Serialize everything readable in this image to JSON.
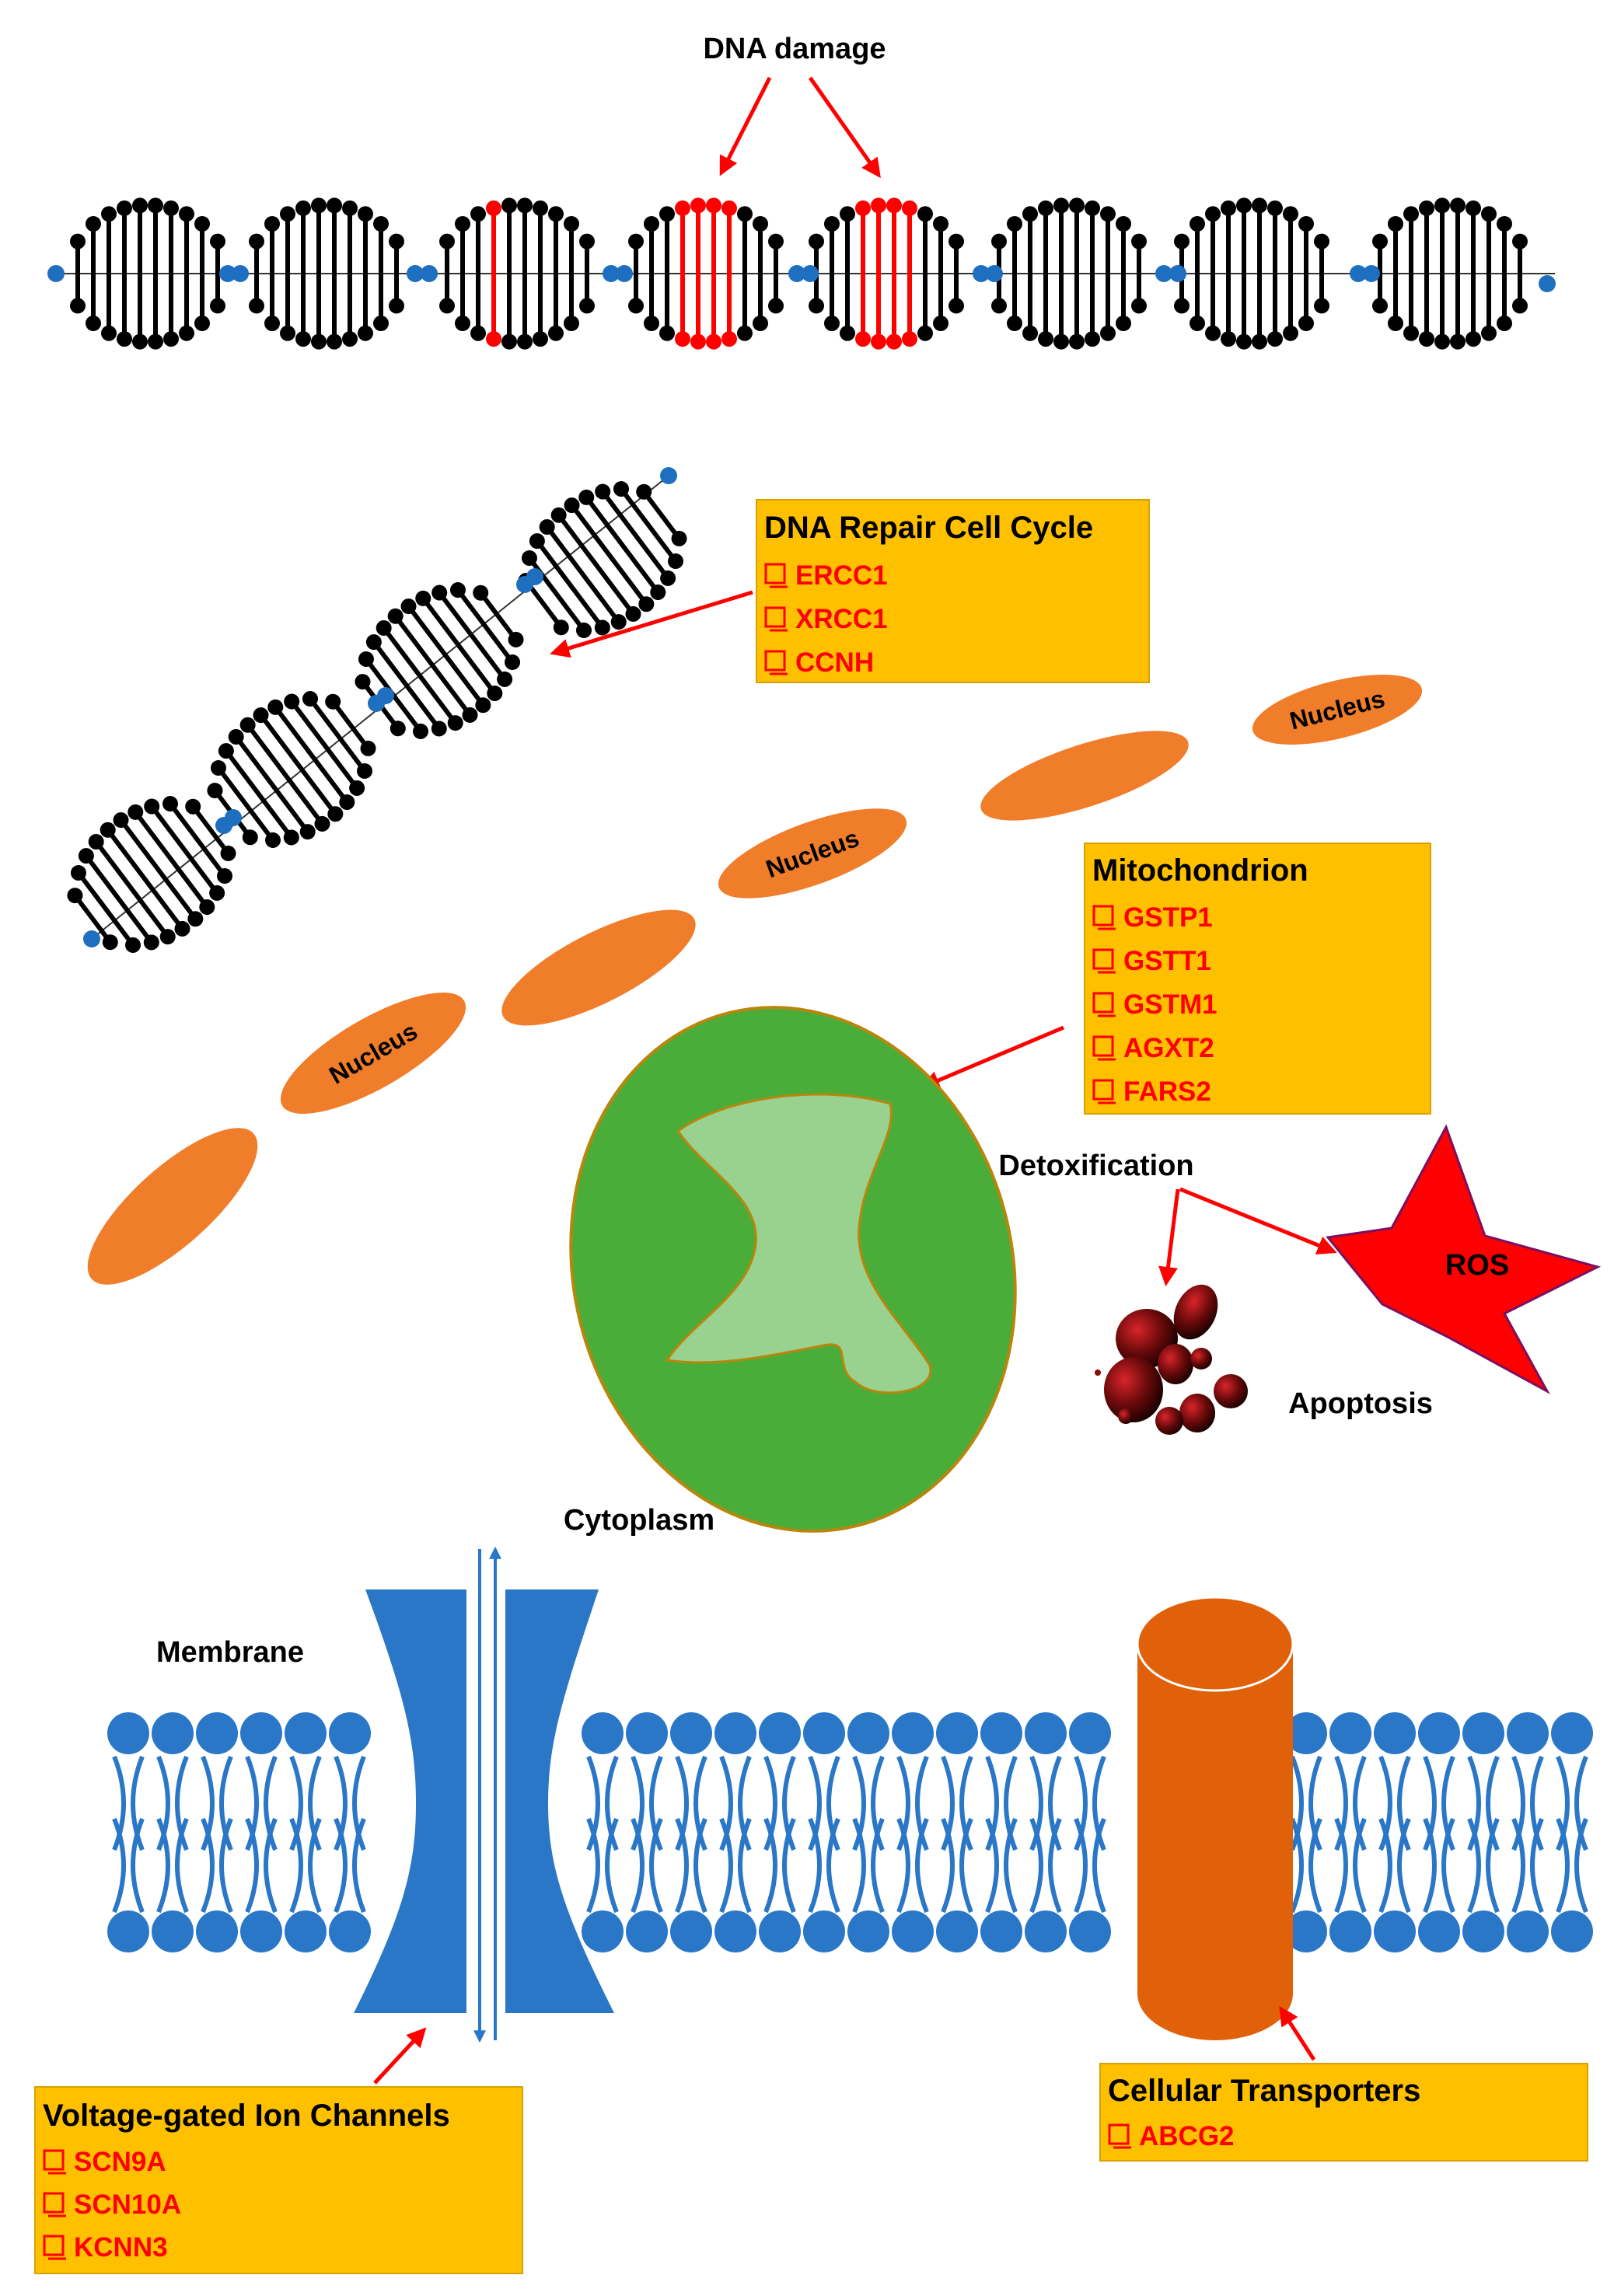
{
  "labels": {
    "dna_damage": "DNA damage",
    "nucleus": "Nucleus",
    "detoxification": "Detoxification",
    "ros": "ROS",
    "apoptosis": "Apoptosis",
    "cytoplasm": "Cytoplasm",
    "membrane": "Membrane"
  },
  "boxes": {
    "dna_repair": {
      "title": "DNA Repair Cell Cycle",
      "genes": [
        "ERCC1",
        "XRCC1",
        "CCNH"
      ]
    },
    "mitochondrion": {
      "title": "Mitochondrion",
      "genes": [
        "GSTP1",
        "GSTT1",
        "GSTM1",
        "AGXT2",
        "FARS2"
      ]
    },
    "ion_channels": {
      "title": "Voltage-gated Ion Channels",
      "genes": [
        "SCN9A",
        "SCN10A",
        "KCNN3"
      ]
    },
    "transporters": {
      "title": "Cellular Transporters",
      "genes": [
        "ABCG2"
      ]
    }
  },
  "colors": {
    "box_fill": "#ffc000",
    "gene_text": "#ff0000",
    "arrow": "#ff0000",
    "dna": "#000000",
    "dna_damaged": "#ff0000",
    "dna_node": "#1f6fc0",
    "nucleus": "#f07d2a",
    "mito_outer": "#4aad3a",
    "mito_inner": "#98d28e",
    "membrane": "#2a77c8",
    "transporter": "#e0610a",
    "ros": "#ff0000"
  },
  "icons": {
    "checkbox": "checkbox-icon"
  }
}
